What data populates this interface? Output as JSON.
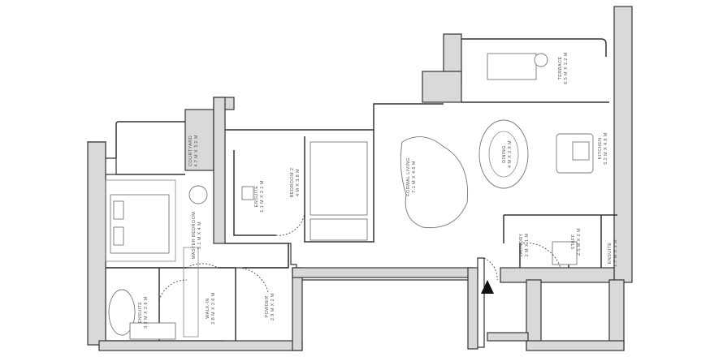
{
  "rooms": [
    {
      "name": "COURTYARD",
      "size": "4.7 M X 3.2 M"
    },
    {
      "name": "MASTER BEDROOM",
      "size": "5.1 M X 4 M"
    },
    {
      "name": "ENSUITE",
      "size": "1.1 M X 2.1 M"
    },
    {
      "name": "BEDROOM 2",
      "size": "4 M X 3.8 M"
    },
    {
      "name": "FORMAL LIVING",
      "size": "7.1 M X 4.5 M"
    },
    {
      "name": "DINING",
      "size": "4 M X 2.8 M"
    },
    {
      "name": "KITCHEN",
      "size": "5.2 M X 4.8 M"
    },
    {
      "name": "TERRACE",
      "size": "6.5 M X 2.2 M"
    },
    {
      "name": "LAUNDRY",
      "size": "2 M X 1 M"
    },
    {
      "name": "STAFF",
      "size": "2.5 M X 2 M"
    },
    {
      "name": "ENSUITE",
      "size": "1.7 M X 1 M"
    },
    {
      "name": "ENSUITE",
      "size": "3.2 M X 2.8 M"
    },
    {
      "name": "WALK-IN",
      "size": "2.8 M X 2.6 M"
    },
    {
      "name": "POWDER",
      "size": "2.9 M X 2 M"
    }
  ]
}
